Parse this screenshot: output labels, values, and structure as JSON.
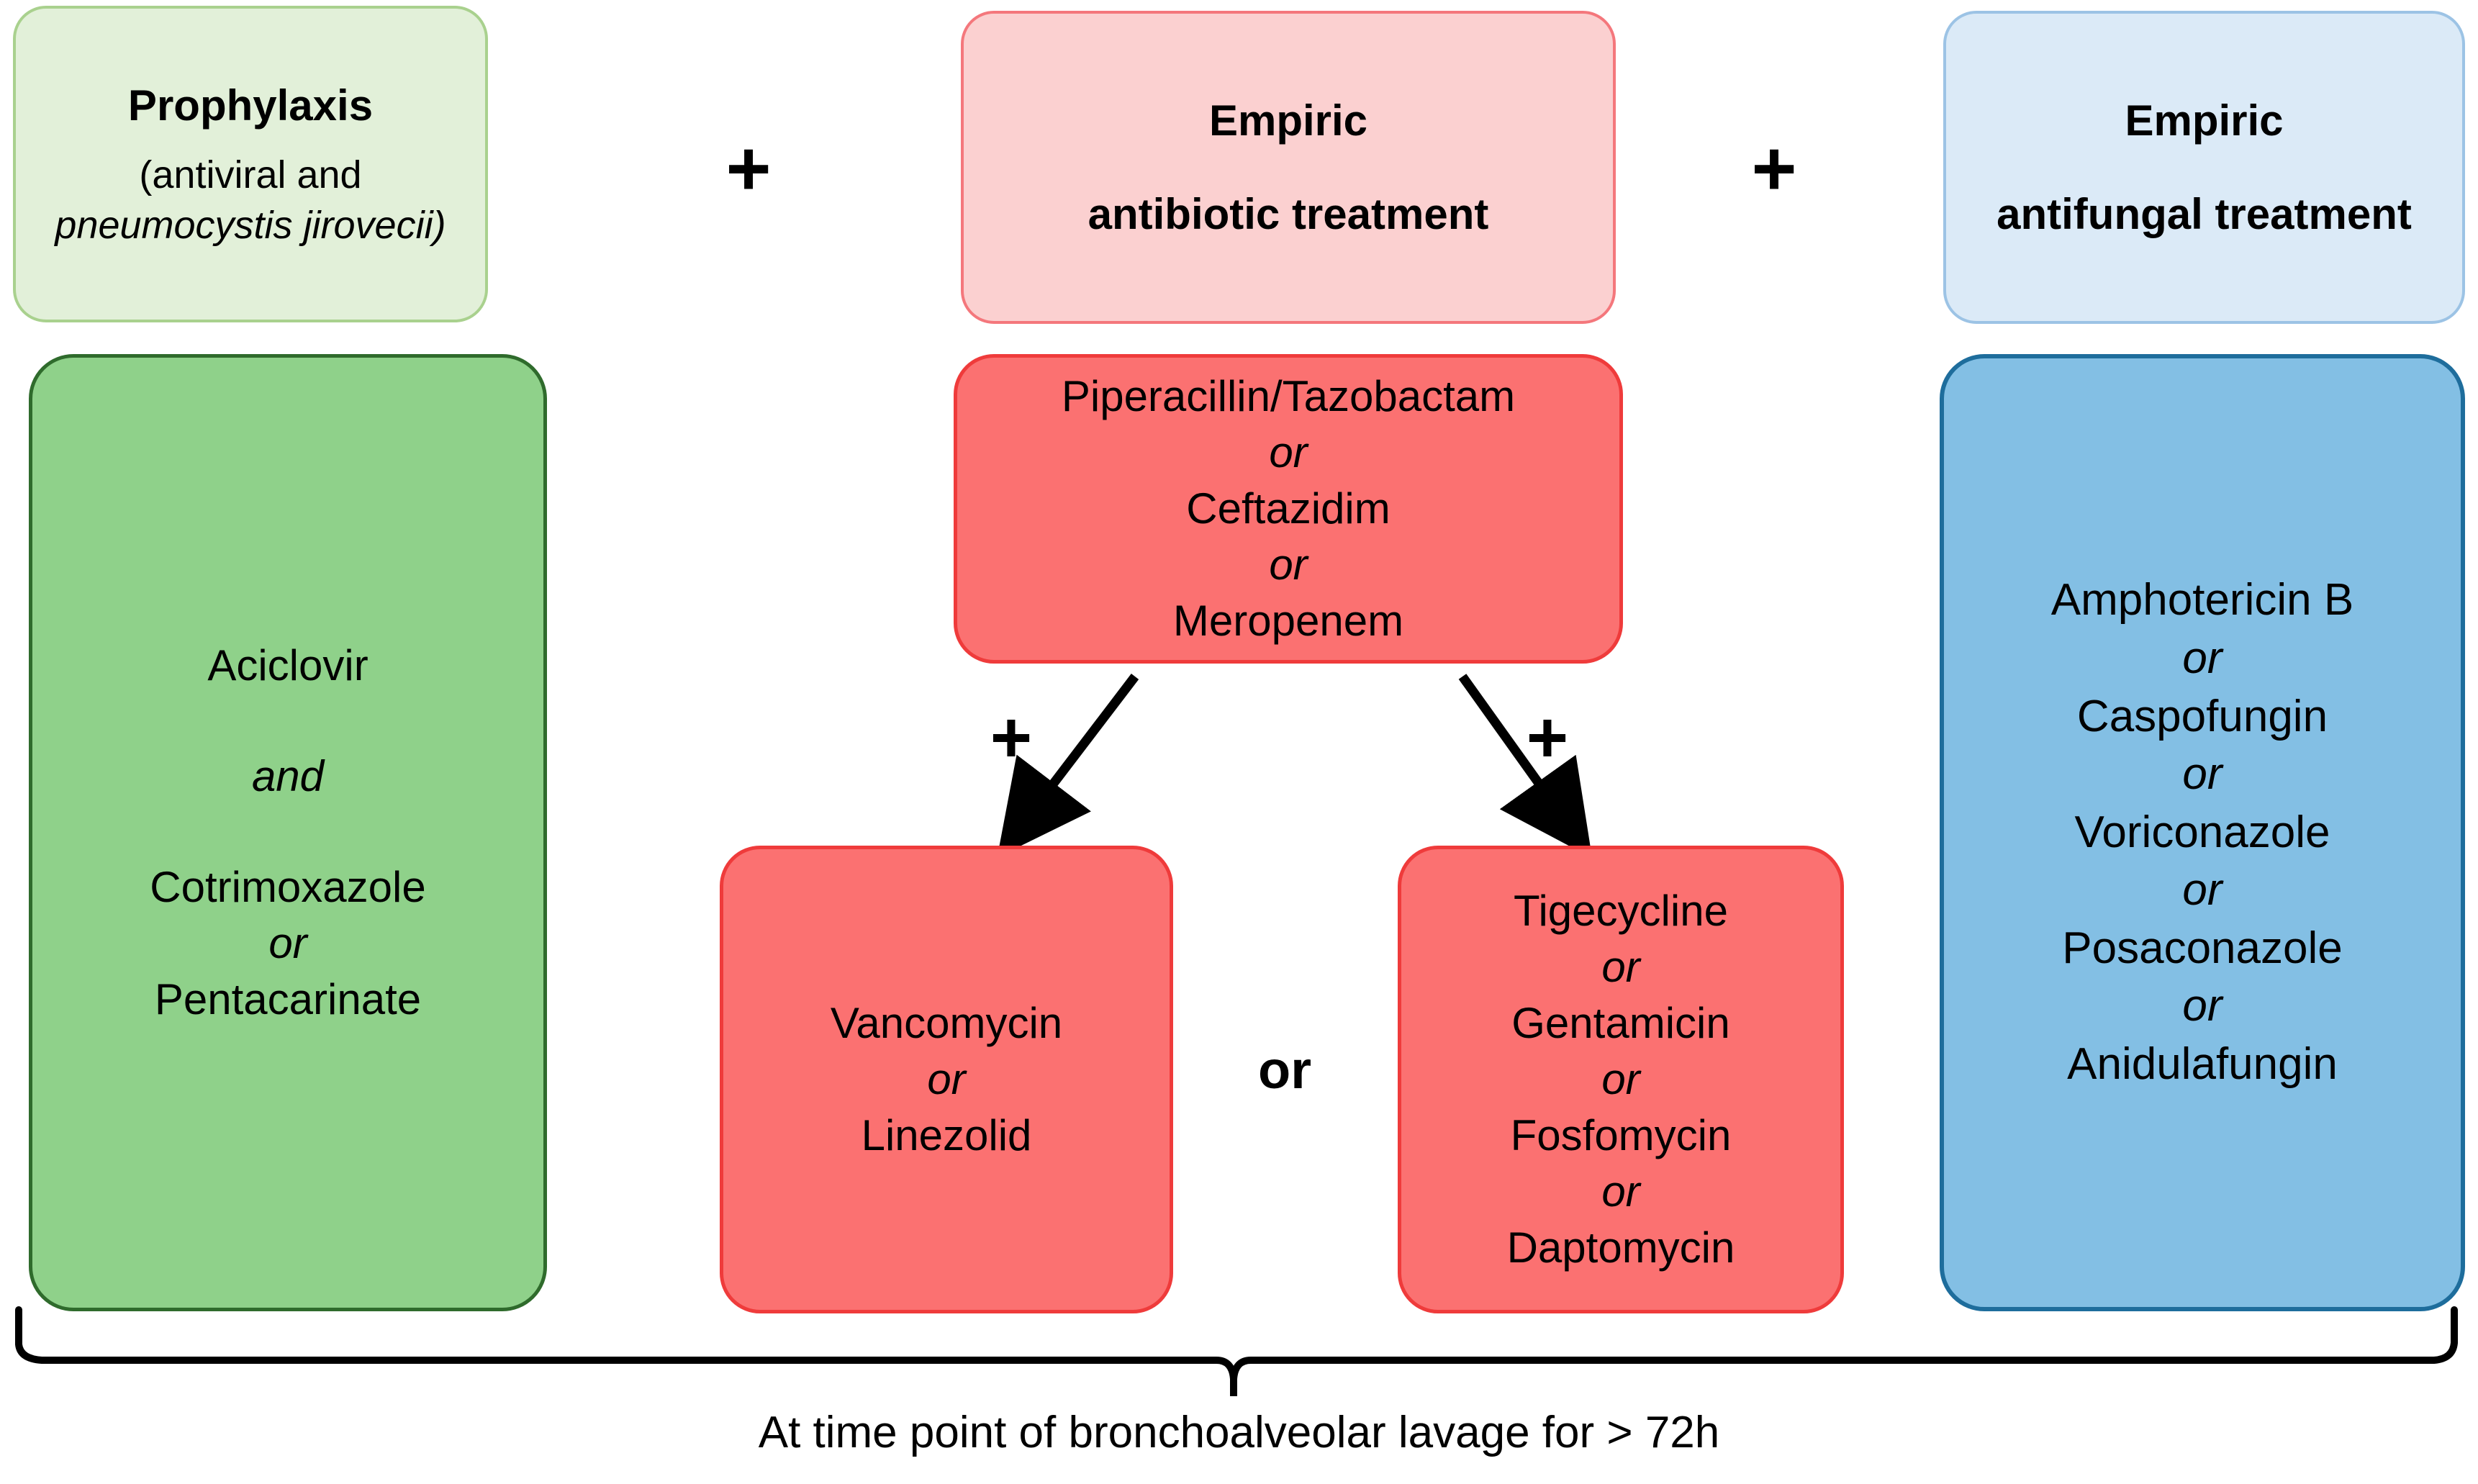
{
  "columns": {
    "prophylaxis": {
      "header": {
        "title": "Prophylaxis",
        "sub_line1": "(antiviral and",
        "sub_line2": "pneumocystis jirovecii)"
      },
      "body": {
        "line1": "Aciclovir",
        "conn1": "and",
        "line2": "Cotrimoxazole",
        "conn2": "or",
        "line3": "Pentacarinate"
      }
    },
    "antibiotic": {
      "header": {
        "line1": "Empiric",
        "line2": "antibiotic treatment"
      },
      "primary_box": {
        "line1": "Piperacillin/Tazobactam",
        "conn1": "or",
        "line2": "Ceftazidim",
        "conn2": "or",
        "line3": "Meropenem"
      },
      "branch_left": {
        "line1": "Vancomycin",
        "conn1": "or",
        "line2": "Linezolid"
      },
      "branch_right": {
        "line1": "Tigecycline",
        "conn1": "or",
        "line2": "Gentamicin",
        "conn2": "or",
        "line3": "Fosfomycin",
        "conn3": "or",
        "line4": "Daptomycin"
      },
      "branch_plus_left": "+",
      "branch_plus_right": "+",
      "branch_or": "or"
    },
    "antifungal": {
      "header": {
        "line1": "Empiric",
        "line2": "antifungal treatment"
      },
      "body": {
        "line1": "Amphotericin B",
        "conn1": "or",
        "line2": "Caspofungin",
        "conn2": "or",
        "line3": "Voriconazole",
        "conn3": "or",
        "line4": "Posaconazole",
        "conn4": "or",
        "line5": "Anidulafungin"
      }
    }
  },
  "operators": {
    "plus_1": "+",
    "plus_2": "+"
  },
  "footer": {
    "caption": "At time point of bronchoalveolar lavage for > 72h"
  },
  "colors": {
    "header_green_fill": "#e2f0d9",
    "header_green_border": "#a9d18e",
    "header_pink_fill": "#fbd0d0",
    "header_pink_border": "#f4777c",
    "header_blue_fill": "#dbeaf7",
    "header_blue_border": "#9cc3e5",
    "body_green_fill": "#8fd18a",
    "body_green_border": "#2f6b2c",
    "body_red_fill": "#fb7171",
    "body_red_border": "#ef3b3b",
    "body_blue_fill": "#83bfe4",
    "body_blue_border": "#1e6d9c",
    "text": "#000000",
    "background": "#ffffff"
  }
}
